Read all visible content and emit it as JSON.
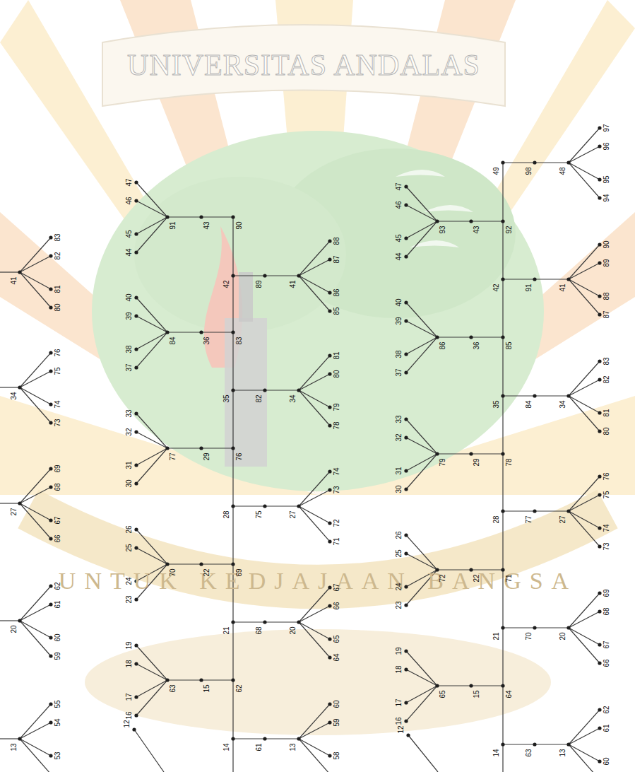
{
  "diagram": {
    "labels": [
      "UNIVERSITAS ANDALAS",
      "UNTUK KEDJAJAAN BANGSA",
      "41",
      "80",
      "81",
      "82",
      "83",
      "34",
      "73",
      "74",
      "75",
      "76",
      "27",
      "66",
      "67",
      "68",
      "69",
      "20",
      "59",
      "60",
      "61",
      "62",
      "13",
      "53",
      "54",
      "55",
      "90",
      "43",
      "91",
      "44",
      "45",
      "46",
      "47",
      "42",
      "89",
      "41",
      "85",
      "86",
      "87",
      "88",
      "83",
      "36",
      "84",
      "37",
      "38",
      "39",
      "40",
      "35",
      "82",
      "34",
      "78",
      "79",
      "80",
      "81",
      "76",
      "29",
      "77",
      "30",
      "31",
      "32",
      "33",
      "28",
      "75",
      "27",
      "71",
      "72",
      "73",
      "74",
      "69",
      "22",
      "70",
      "23",
      "24",
      "25",
      "26",
      "21",
      "68",
      "20",
      "64",
      "65",
      "66",
      "67",
      "62",
      "15",
      "63",
      "16",
      "17",
      "18",
      "19",
      "14",
      "61",
      "13",
      "58",
      "59",
      "60",
      "12",
      "49",
      "98",
      "48",
      "94",
      "95",
      "96",
      "97",
      "92",
      "43",
      "93",
      "44",
      "45",
      "46",
      "47",
      "42",
      "91",
      "41",
      "87",
      "88",
      "89",
      "90",
      "85",
      "36",
      "86",
      "37",
      "38",
      "39",
      "40",
      "35",
      "84",
      "34",
      "80",
      "81",
      "82",
      "83",
      "78",
      "29",
      "79",
      "30",
      "31",
      "32",
      "33",
      "28",
      "77",
      "27",
      "73",
      "74",
      "75",
      "76",
      "71",
      "22",
      "72",
      "23",
      "24",
      "25",
      "26",
      "21",
      "70",
      "20",
      "66",
      "67",
      "68",
      "69",
      "64",
      "15",
      "65",
      "16",
      "17",
      "18",
      "19",
      "14",
      "63",
      "13",
      "60",
      "61",
      "62",
      "12"
    ]
  }
}
